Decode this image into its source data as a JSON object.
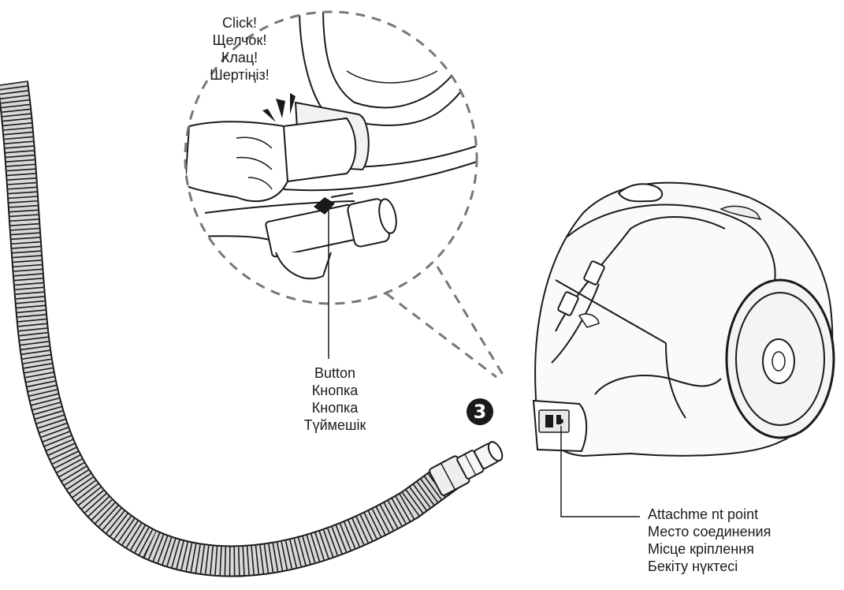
{
  "click_label": {
    "lines": [
      "Click!",
      "Щелчок!",
      "Клац!",
      "Шертіңіз!"
    ]
  },
  "button_label": {
    "lines": [
      "Button",
      "Кнопка",
      "Кнопка",
      "Түймешік"
    ]
  },
  "attachment_label": {
    "lines": [
      "Attachme nt point",
      "Место соединения",
      "Місце кріплення",
      "Бекіту нүктесі"
    ]
  },
  "step": {
    "number": "3"
  },
  "colors": {
    "line": "#1a1a1a",
    "dash": "#777777",
    "hose_fill": "#cccccc",
    "body_fill": "#fafafa"
  }
}
